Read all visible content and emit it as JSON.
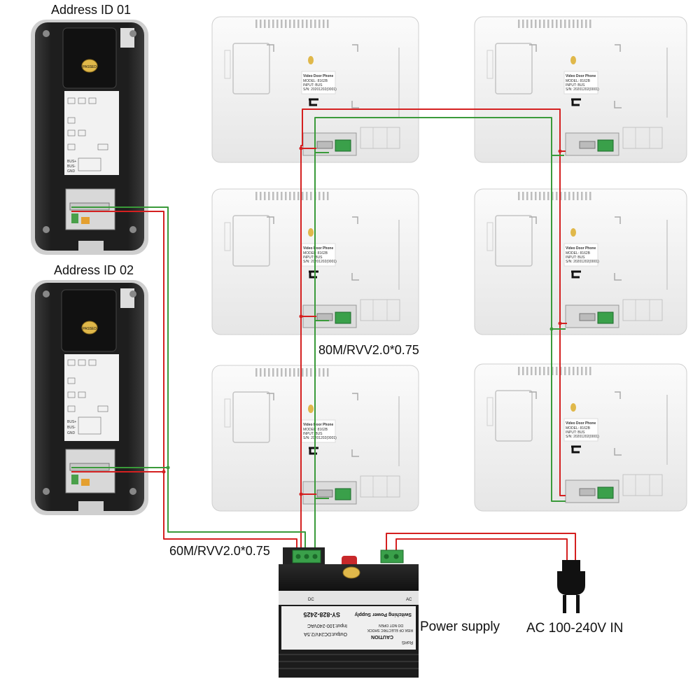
{
  "labels": {
    "address_id_01": "Address ID 01",
    "address_id_02": "Address ID 02",
    "cable_80m": "80M/RVV2.0*0.75",
    "cable_60m": "60M/RVV2.0*0.75",
    "power_supply": "Power supply",
    "ac_in": "AC 100-240V IN"
  },
  "doorbell": {
    "lens_text": "PASSED",
    "bus_plus": "BUS+",
    "bus_minus": "BUS-",
    "gnd": "GND"
  },
  "monitor": {
    "label_title": "Video Door Phone",
    "label_model": "MODEL: 8162B",
    "label_input": "INPUT: BUS",
    "label_sn": "S/N: 20201202(0001)"
  },
  "psu": {
    "model": "SY-828-2425",
    "name": "Switching Power Supply",
    "caution": "CAUTION",
    "caution_line1": "RISK OF ELECTRIC SHOCK",
    "caution_line2": "DO NOT OPEN",
    "input": "Input:100-240VAC",
    "output": "Output:DC24V/2.5A",
    "rohs": "RoHS",
    "dc": "DC",
    "ac": "AC"
  },
  "colors": {
    "wire_red": "#d42020",
    "wire_green": "#3a9a3a",
    "monitor_body": "#f4f4f4",
    "doorbell_body": "#1e1e1e",
    "psu_body": "#1c1c1c",
    "terminal_green": "#3aa04a"
  }
}
